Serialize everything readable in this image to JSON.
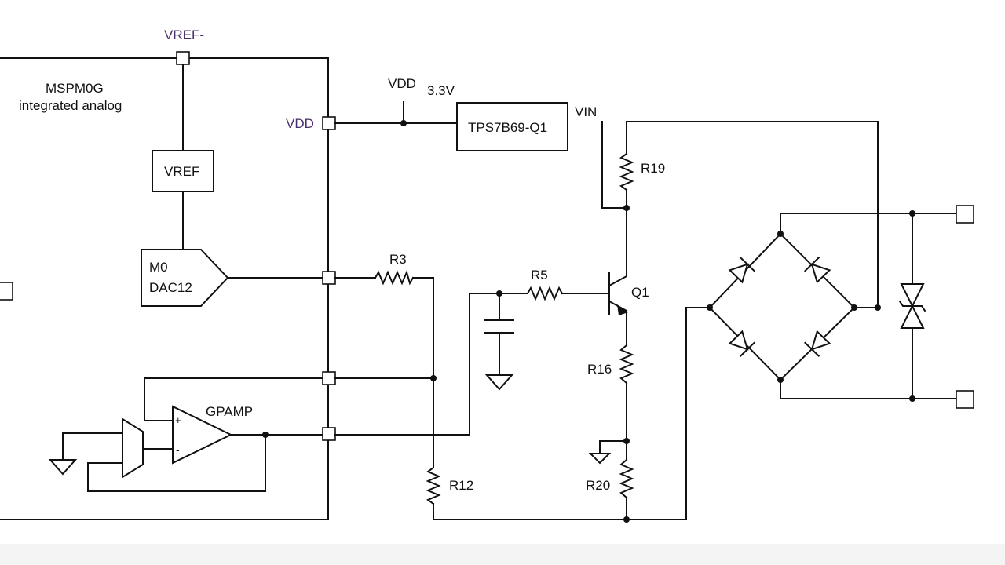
{
  "chip": {
    "title": "MSPM0G",
    "subtitle": "integrated analog"
  },
  "pins": {
    "vref_minus": "VREF-",
    "vdd": "VDD"
  },
  "blocks": {
    "vref": "VREF",
    "dac_line1": "M0",
    "dac_line2": "DAC12",
    "gpamp": "GPAMP",
    "ldo": "TPS7B69-Q1"
  },
  "opamp": {
    "plus": "+",
    "minus": "-"
  },
  "nets": {
    "vdd": "VDD",
    "voltage": "3.3V",
    "vin": "VIN"
  },
  "components": {
    "r3": "R3",
    "r5": "R5",
    "r12": "R12",
    "r16": "R16",
    "r19": "R19",
    "r20": "R20",
    "q1": "Q1"
  }
}
